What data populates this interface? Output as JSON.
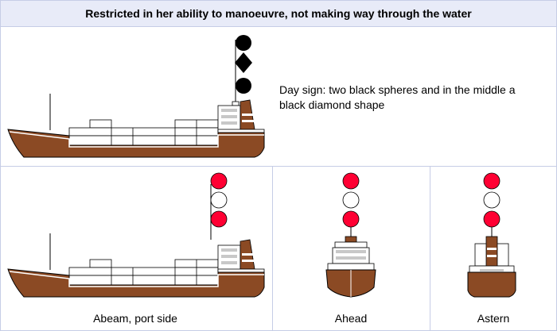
{
  "title": "Restricted in her ability to manoeuvre, not making way through the water",
  "day_sign": {
    "description": "Day sign: two black spheres and in the middle a black diamond shape"
  },
  "views": [
    {
      "label": "Abeam, port side"
    },
    {
      "label": "Ahead"
    },
    {
      "label": "Astern"
    }
  ],
  "colors": {
    "hull": "#8b4a24",
    "light_red": "#ff0033",
    "light_white": "#ffffff",
    "shape_black": "#000000",
    "border": "#c6cde6",
    "title_bg": "#e8ebf8"
  }
}
